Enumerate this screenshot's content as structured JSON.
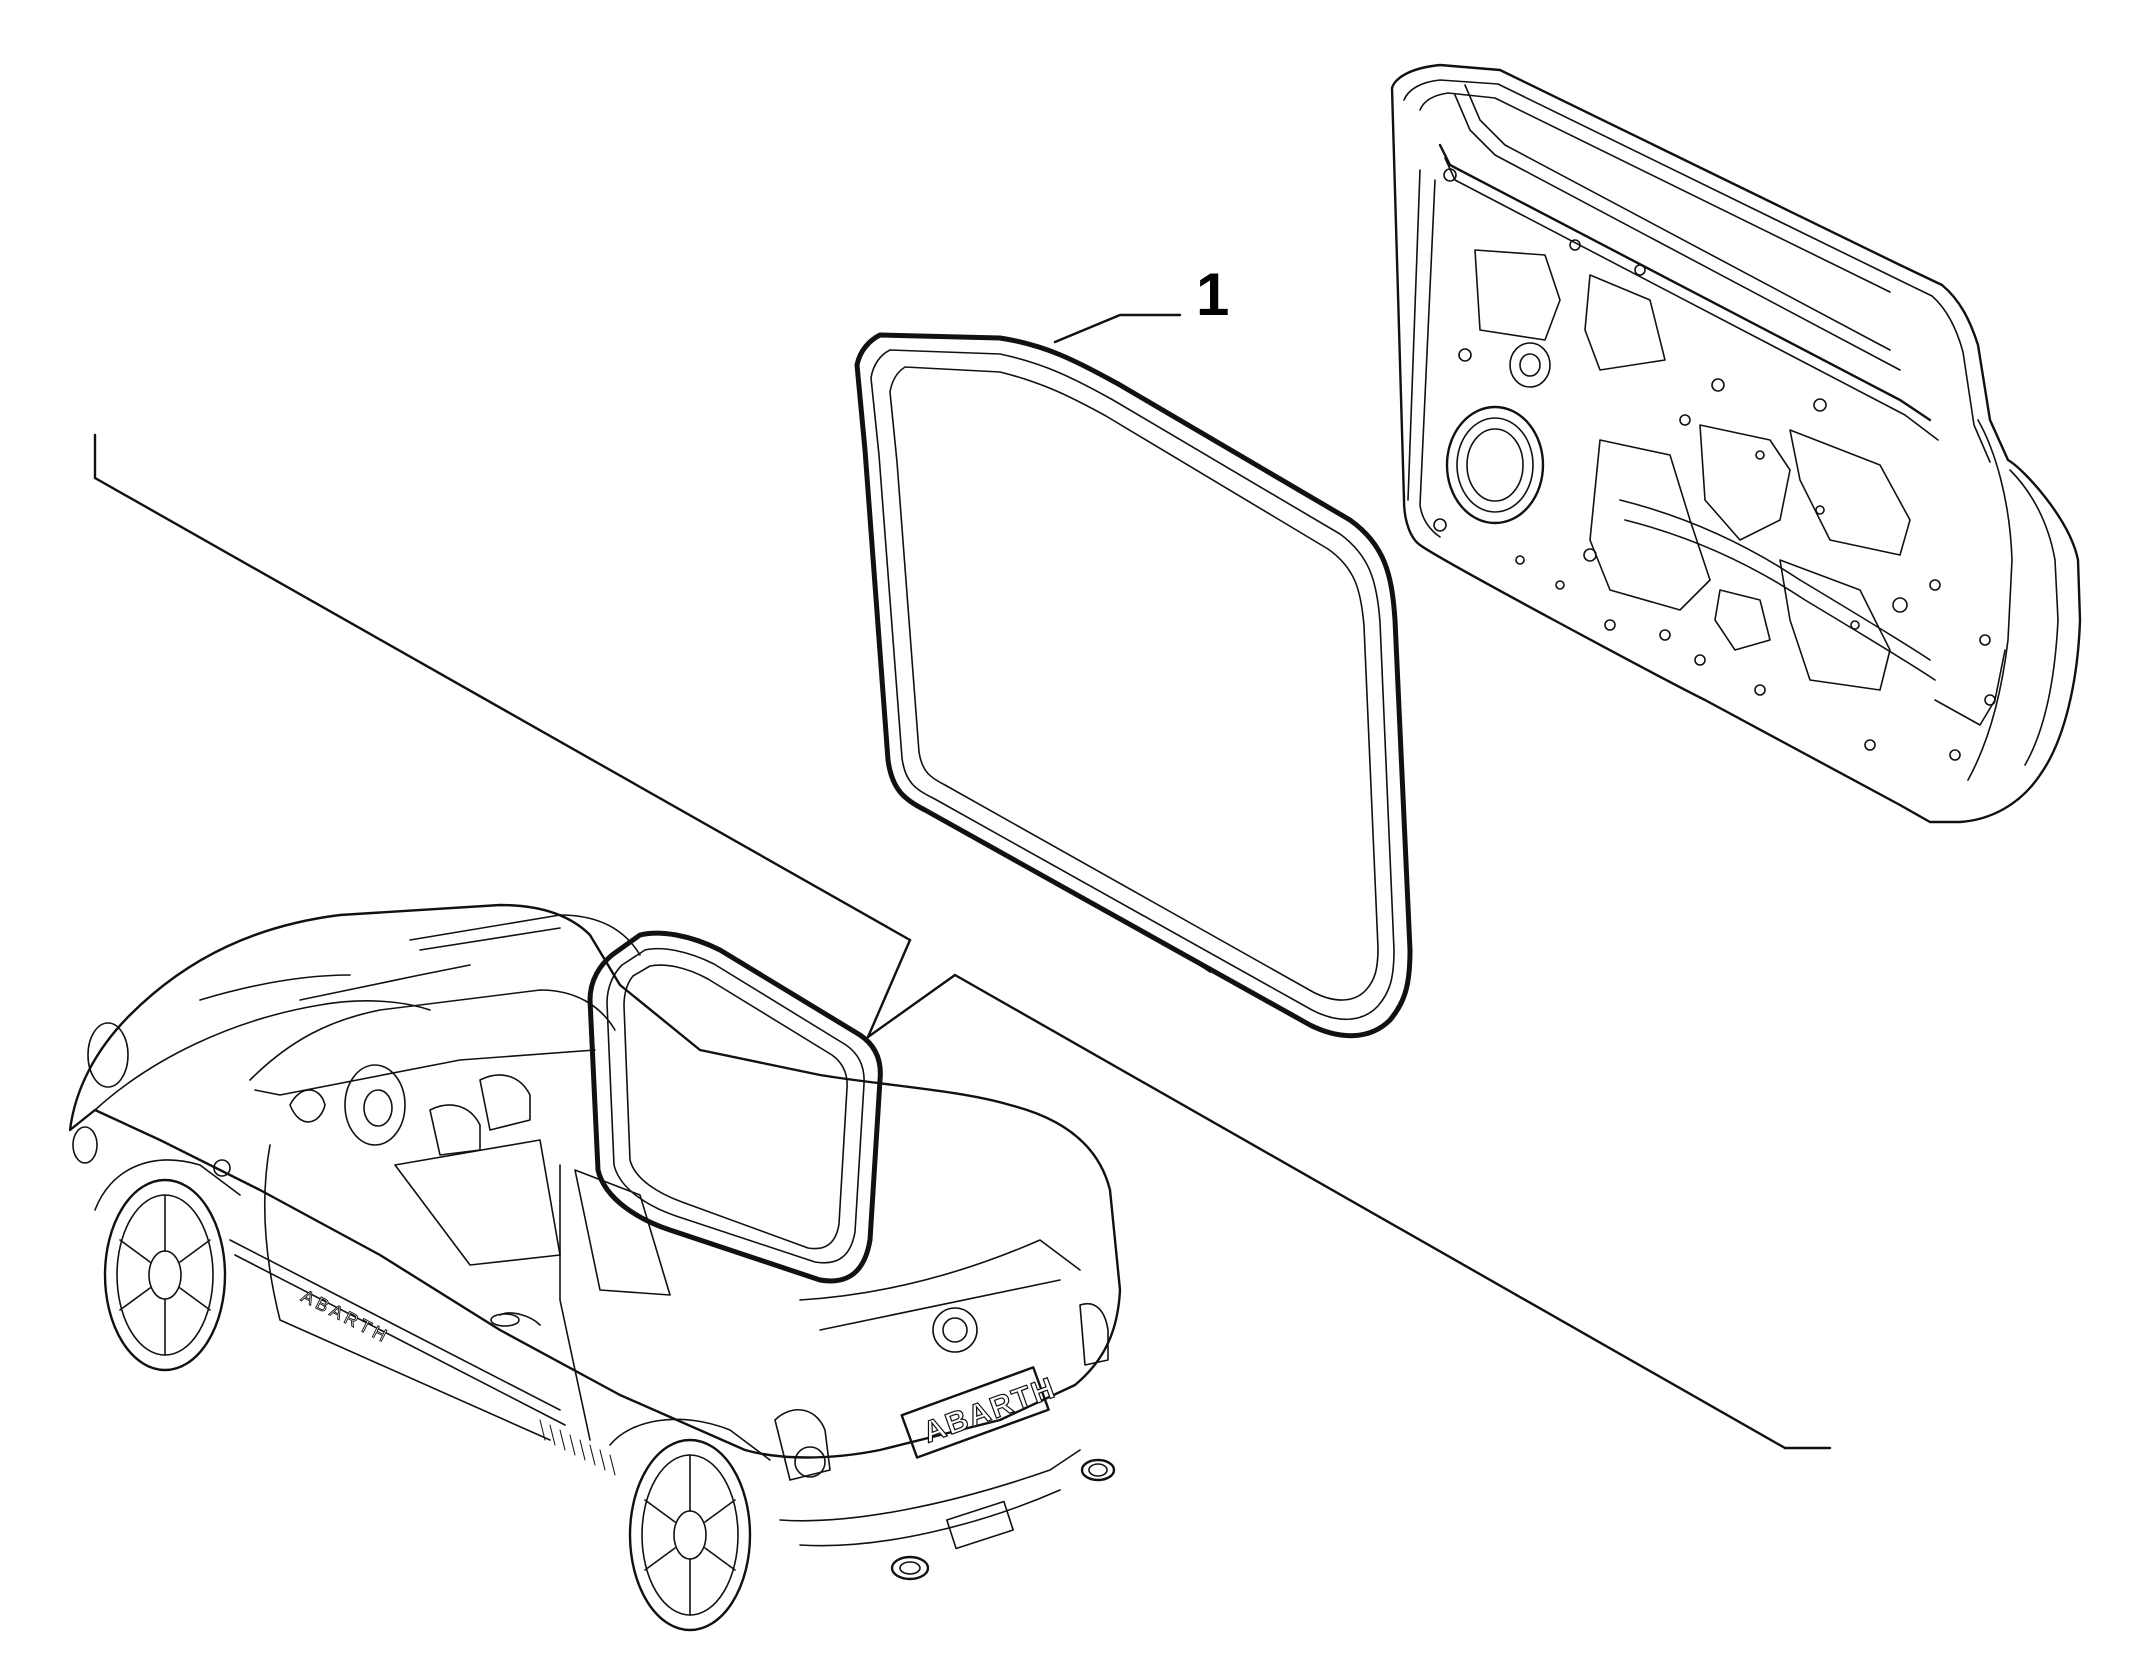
{
  "diagram": {
    "callouts": [
      {
        "id": "1",
        "label": "1",
        "part": "door-seal"
      }
    ],
    "vehicle_badges": {
      "rear_plate": "ABARTH",
      "side_decal": "ABARTH"
    },
    "colors": {
      "stroke": "#111111",
      "background": "#ffffff"
    }
  }
}
